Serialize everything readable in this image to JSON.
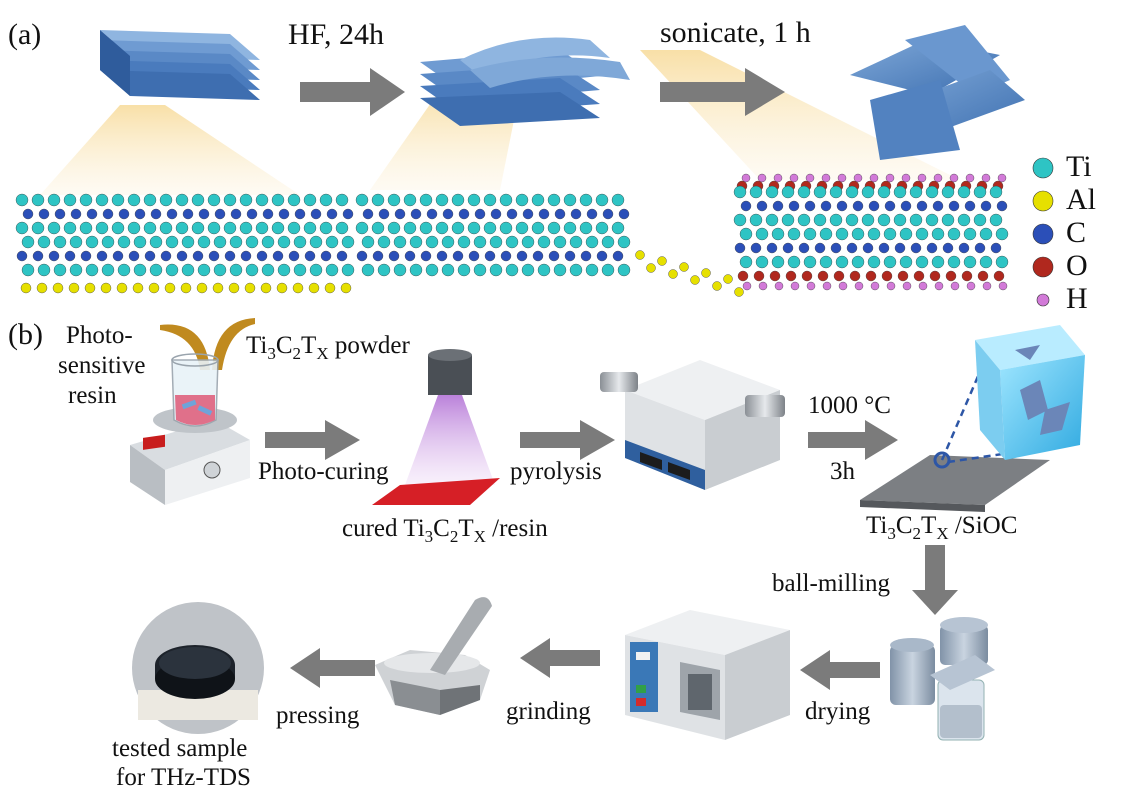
{
  "panel_a": {
    "label": "(a)",
    "step1": "HF, 24h",
    "step2": "sonicate, 1 h",
    "legend": [
      {
        "symbol": "Ti",
        "color": "#2ec4c4"
      },
      {
        "symbol": "Al",
        "color": "#e6e000"
      },
      {
        "symbol": "C",
        "color": "#2b4fb8"
      },
      {
        "symbol": "O",
        "color": "#b0281e"
      },
      {
        "symbol": "H",
        "color": "#d27ad8"
      }
    ]
  },
  "panel_b": {
    "label": "(b)",
    "resin_line1": "Photo-",
    "resin_line2": "sensitive",
    "resin_line3": "resin",
    "powder": {
      "ti": "Ti",
      "s3": "3",
      "c": "C",
      "s2": "2",
      "t": "T",
      "sx": "X",
      "rest": " powder"
    },
    "photo_curing": "Photo-curing",
    "cured": {
      "pre": "cured Ti",
      "s3": "3",
      "c": "C",
      "s2": "2",
      "t": "T",
      "sx": "X",
      "rest": " /resin"
    },
    "pyrolysis": "pyrolysis",
    "temp": "1000 °C",
    "time": "3h",
    "product": {
      "ti": "Ti",
      "s3": "3",
      "c": "C",
      "s2": "2",
      "t": "T",
      "sx": "X",
      "rest": " /SiOC"
    },
    "ball_milling": "ball-milling",
    "drying": "drying",
    "grinding": "grinding",
    "pressing": "pressing",
    "sample_line1": "tested sample",
    "sample_line2": "for THz-TDS"
  }
}
